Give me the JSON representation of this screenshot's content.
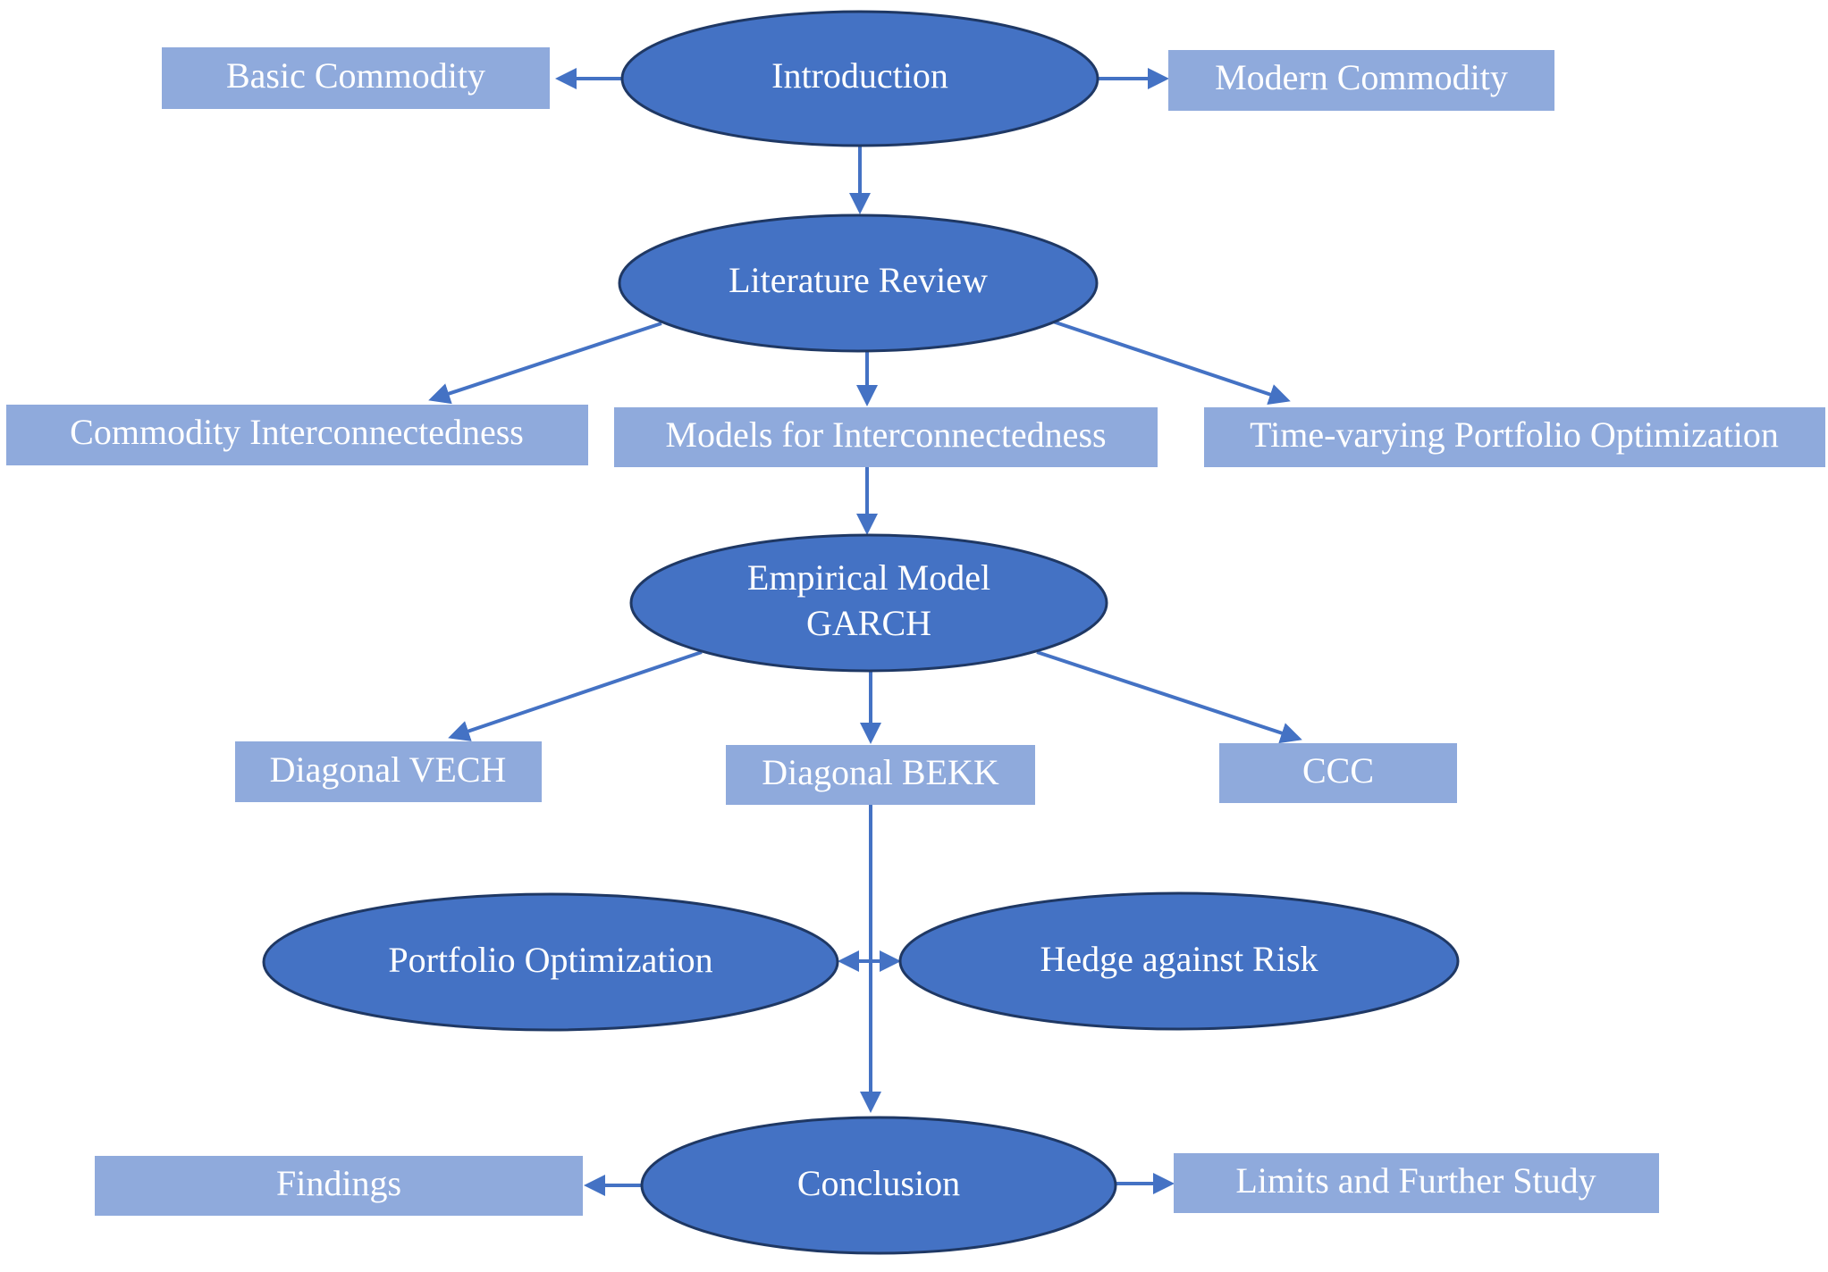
{
  "colors": {
    "ellipse_fill": "#4472c4",
    "ellipse_stroke": "#1f3864",
    "box_fill": "#8faadc",
    "arrow": "#4472c4",
    "text": "#ffffff"
  },
  "nodes": {
    "introduction": "Introduction",
    "basic_commodity": "Basic Commodity",
    "modern_commodity": "Modern Commodity",
    "literature_review": "Literature Review",
    "commodity_interconnectedness": "Commodity Interconnectedness",
    "models_for_interconnectedness": "Models for Interconnectedness",
    "time_varying_portfolio_optimization": "Time-varying Portfolio Optimization",
    "empirical_model_line1": "Empirical Model",
    "empirical_model_line2": "GARCH",
    "diagonal_vech": "Diagonal VECH",
    "diagonal_bekk": "Diagonal BEKK",
    "ccc": "CCC",
    "portfolio_optimization": "Portfolio Optimization",
    "hedge_against_risk": "Hedge against Risk",
    "conclusion": "Conclusion",
    "findings": "Findings",
    "limits_and_further_study": "Limits and Further Study"
  },
  "edges": [
    {
      "from": "Introduction",
      "to": "Basic Commodity"
    },
    {
      "from": "Introduction",
      "to": "Modern Commodity"
    },
    {
      "from": "Introduction",
      "to": "Literature Review"
    },
    {
      "from": "Literature Review",
      "to": "Commodity Interconnectedness"
    },
    {
      "from": "Literature Review",
      "to": "Models for Interconnectedness"
    },
    {
      "from": "Literature Review",
      "to": "Time-varying Portfolio Optimization"
    },
    {
      "from": "Models for Interconnectedness",
      "to": "Empirical Model GARCH"
    },
    {
      "from": "Empirical Model GARCH",
      "to": "Diagonal VECH"
    },
    {
      "from": "Empirical Model GARCH",
      "to": "Diagonal BEKK"
    },
    {
      "from": "Empirical Model GARCH",
      "to": "CCC"
    },
    {
      "from": "Diagonal BEKK",
      "to": "Portfolio Optimization"
    },
    {
      "from": "Diagonal BEKK",
      "to": "Hedge against Risk"
    },
    {
      "from": "Diagonal BEKK",
      "to": "Conclusion"
    },
    {
      "from": "Conclusion",
      "to": "Findings"
    },
    {
      "from": "Conclusion",
      "to": "Limits and Further Study"
    }
  ]
}
